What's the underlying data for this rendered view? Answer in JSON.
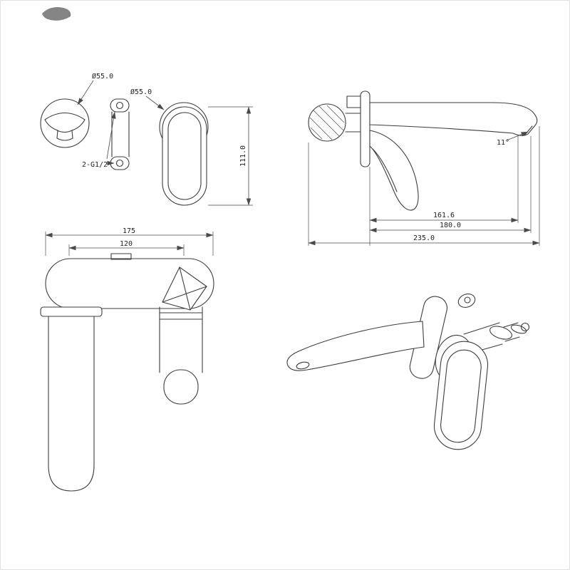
{
  "sheet": {
    "background": "#ffffff",
    "border_color": "#e2e2e2",
    "line_color": "#3d3d3d"
  },
  "drawing": {
    "front_view": {
      "spout_flange_diameter": "Ø55.0",
      "handle_flange_diameter": "Ø55.0",
      "thread_callout": "2-G1/2",
      "overall_height": "111.0"
    },
    "side_view": {
      "outlet_angle": "11°",
      "wall_to_outlet": "161.6",
      "wall_to_tip": "180.0",
      "overall_depth": "235.0"
    },
    "top_view": {
      "overall_length": "175",
      "spout_projection": "120"
    }
  }
}
